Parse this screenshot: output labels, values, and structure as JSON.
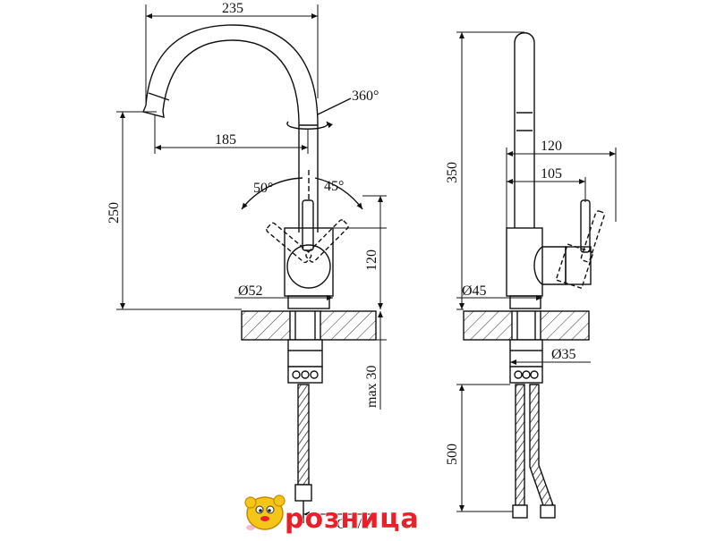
{
  "front_view": {
    "dim_width_total": "235",
    "dim_spout_reach": "185",
    "dim_height_spout": "250",
    "dim_rotation": "360°",
    "dim_lever_left_angle": "50°",
    "dim_lever_right_angle": "45°",
    "dim_body_height": "120",
    "dim_base_diameter": "Ø52",
    "dim_max_thickness": "max 30",
    "dim_thread": "G 1/2\""
  },
  "side_view": {
    "dim_height": "350",
    "dim_lever_reach_outer": "120",
    "dim_lever_reach_inner": "105",
    "dim_body_diameter": "Ø45",
    "dim_shank_diameter": "Ø35",
    "dim_hose_length": "500"
  },
  "logo": {
    "text": "розница",
    "text_color": "#e8202a",
    "mascot_color": "#f5c518"
  },
  "colors": {
    "line": "#111111",
    "background": "#ffffff"
  }
}
